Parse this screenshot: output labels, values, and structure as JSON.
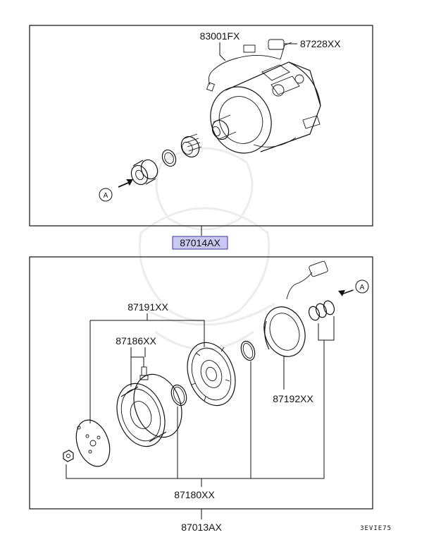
{
  "upper_box": {
    "labels": {
      "wire_harness": "83001FX",
      "connector": "87228XX"
    },
    "callout": "A"
  },
  "assembly_label": "87014AX",
  "lower_box": {
    "labels": {
      "pulley_assembly": "87191XX",
      "bolt": "87186XX",
      "coil": "87192XX",
      "kit": "87180XX"
    },
    "callout": "A"
  },
  "main_label": "87013AX",
  "diagram_code": "3EVIE75",
  "colors": {
    "highlight_fill": "#c8c8f0",
    "highlight_stroke": "#3a3aa0",
    "line": "#111111"
  }
}
